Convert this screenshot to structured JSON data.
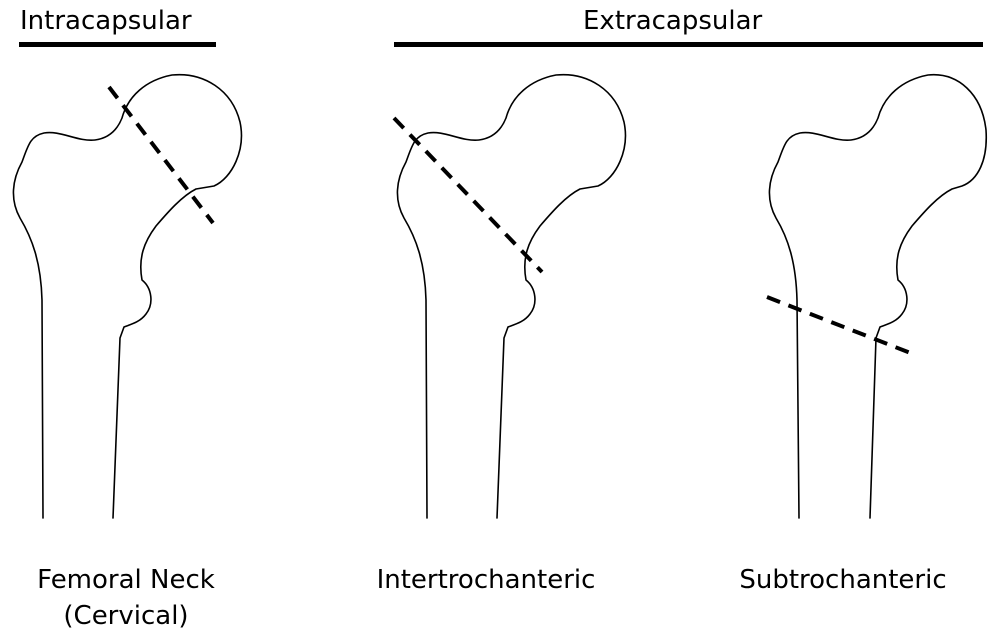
{
  "headers": {
    "intracapsular": "Intracapsular",
    "extracapsular": "Extracapsular"
  },
  "captions": {
    "femoral_neck": [
      "Femoral Neck",
      "(Cervical)"
    ],
    "intertrochanteric": "Intertrochanteric",
    "subtrochanteric": "Subtrochanteric"
  },
  "colors": {
    "ink": "#000000",
    "background": "#ffffff"
  }
}
